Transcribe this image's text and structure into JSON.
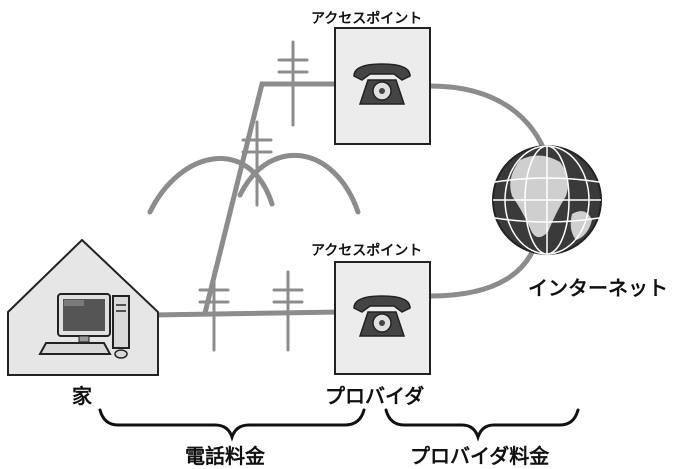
{
  "labels": {
    "access_point_top": "アクセスポイント",
    "access_point_bottom": "アクセスポイント",
    "internet": "インターネット",
    "home": "家",
    "provider": "プロバイダ",
    "phone_fee": "電話料金",
    "provider_fee": "プロバイダ料金"
  },
  "icons": {
    "house": "house-icon",
    "computer": "desktop-computer-icon",
    "telephone": "telephone-icon",
    "globe": "globe-icon",
    "pole": "utility-pole-icon"
  },
  "colors": {
    "line": "#8c8c8c",
    "house_fill": "#e6e6e6",
    "box_fill": "#ececec",
    "outline": "#222222"
  }
}
